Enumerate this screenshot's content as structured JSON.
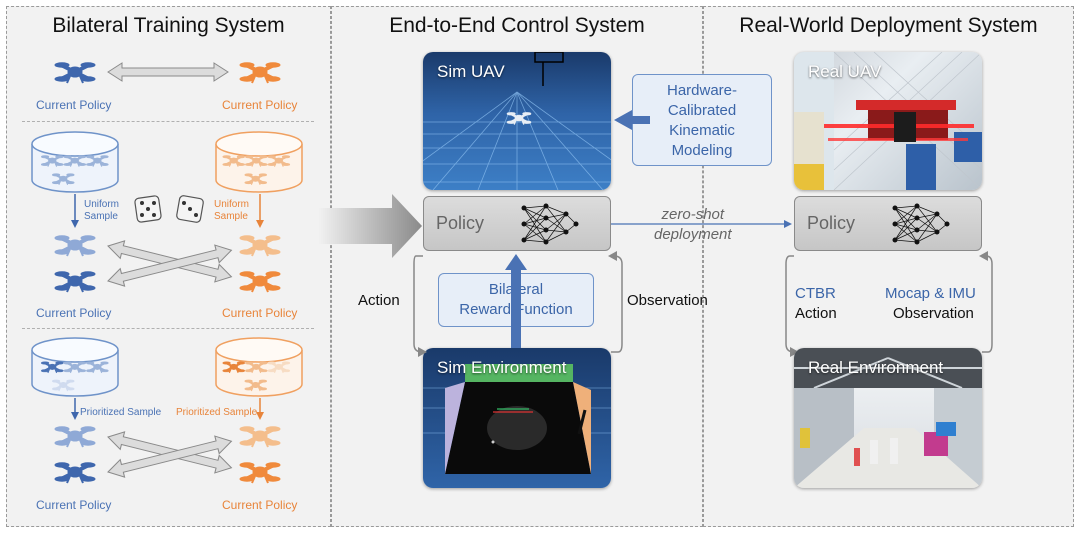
{
  "panels": {
    "left": {
      "title": "Bilateral Training System"
    },
    "middle": {
      "title": "End-to-End Control System"
    },
    "right": {
      "title": "Real-World Deployment System"
    }
  },
  "left": {
    "row1": {
      "left_label": "Current Policy",
      "right_label": "Current Policy"
    },
    "row2": {
      "uniform_left": "Uniform\nSample",
      "uniform_right": "Uniform\nSample",
      "left_label": "Current Policy",
      "right_label": "Current Policy"
    },
    "row3": {
      "prio_left": "Prioritized Sample",
      "prio_right": "Prioritized Sample",
      "left_label": "Current Policy",
      "right_label": "Current Policy"
    }
  },
  "middle": {
    "sim_uav": "Sim UAV",
    "hardware_box": "Hardware-\nCalibrated\nKinematic\nModeling",
    "policy": "Policy",
    "reward_box": "Bilateral\nReward Function",
    "action": "Action",
    "observation": "Observation",
    "sim_env": "Sim Environment",
    "zero_shot": "zero-shot\ndeployment"
  },
  "right": {
    "real_uav": "Real UAV",
    "policy": "Policy",
    "ctbr": "CTBR",
    "action": "Action",
    "mocap": "Mocap & IMU",
    "observation": "Observation",
    "real_env": "Real Environment"
  },
  "colors": {
    "blue": "#4a72b4",
    "orange": "#e8843a",
    "panel": "#f2f2f2"
  }
}
